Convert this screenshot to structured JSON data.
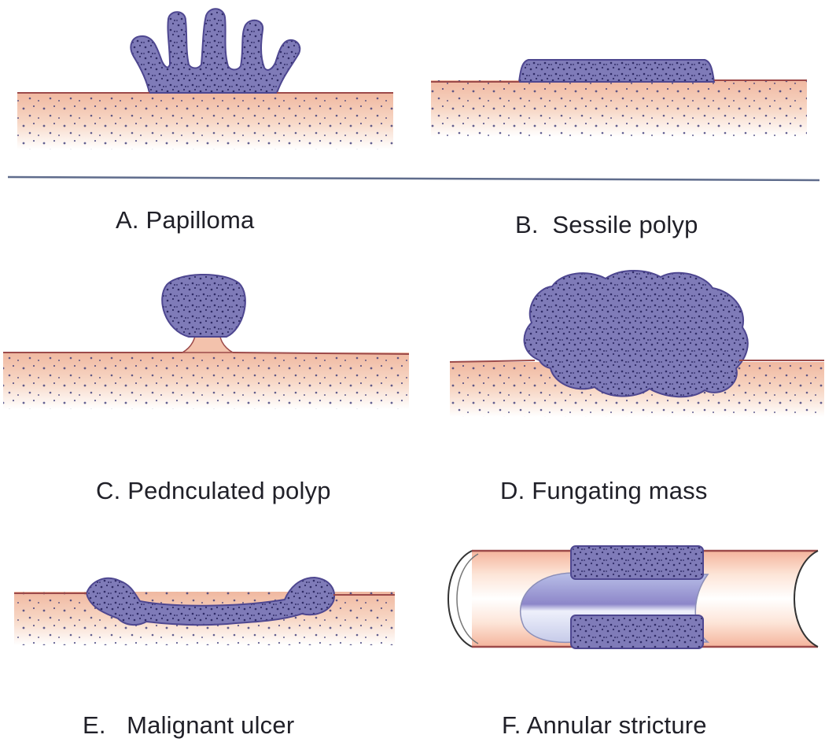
{
  "captions": {
    "a": "A. Papilloma",
    "b": "B.  Sessile polyp",
    "c": "C. Pednculated polyp",
    "d": "D. Fungating mass",
    "e": "E.   Malignant ulcer",
    "f": "F. Annular stricture"
  },
  "colors": {
    "tumor": "#7f7bb8",
    "tumor_outline": "#4e4790",
    "tissue": "#f3c2ac",
    "mucosa_line": "#9c4a4a",
    "divider": "#5f6c8c",
    "dots": "#3b3a78"
  }
}
